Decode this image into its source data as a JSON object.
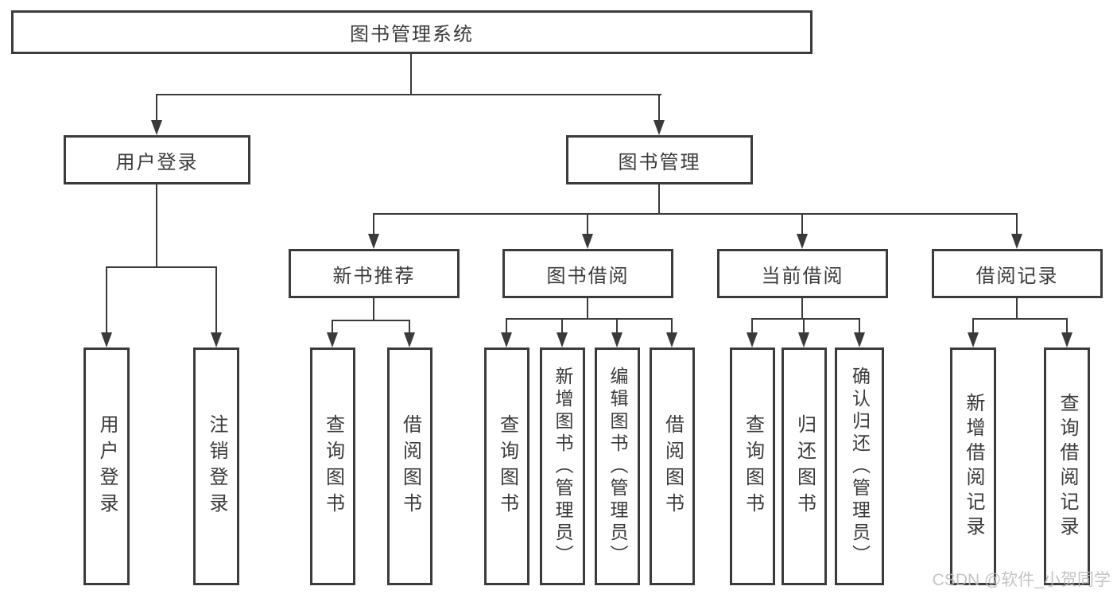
{
  "diagram": {
    "root": "图书管理系统",
    "user_login": {
      "label": "用户登录",
      "leaves": [
        "用户登录",
        "注销登录"
      ]
    },
    "book_mgmt": {
      "label": "图书管理",
      "children": [
        {
          "label": "新书推荐",
          "leaves": [
            "查询图书",
            "借阅图书"
          ]
        },
        {
          "label": "图书借阅",
          "leaves": [
            "查询图书",
            "新增图书（管理员）",
            "编辑图书（管理员）",
            "借阅图书"
          ]
        },
        {
          "label": "当前借阅",
          "leaves": [
            "查询图书",
            "归还图书",
            "确认归还（管理员）"
          ]
        },
        {
          "label": "借阅记录",
          "leaves": [
            "新增借阅记录",
            "查询借阅记录"
          ]
        }
      ]
    }
  },
  "colors": {
    "line": "#3a3a3a",
    "box_border": "#3b3b3b",
    "watermark": "#bebebe"
  },
  "watermark": {
    "text": "CSDN @软件_小贺同学"
  }
}
